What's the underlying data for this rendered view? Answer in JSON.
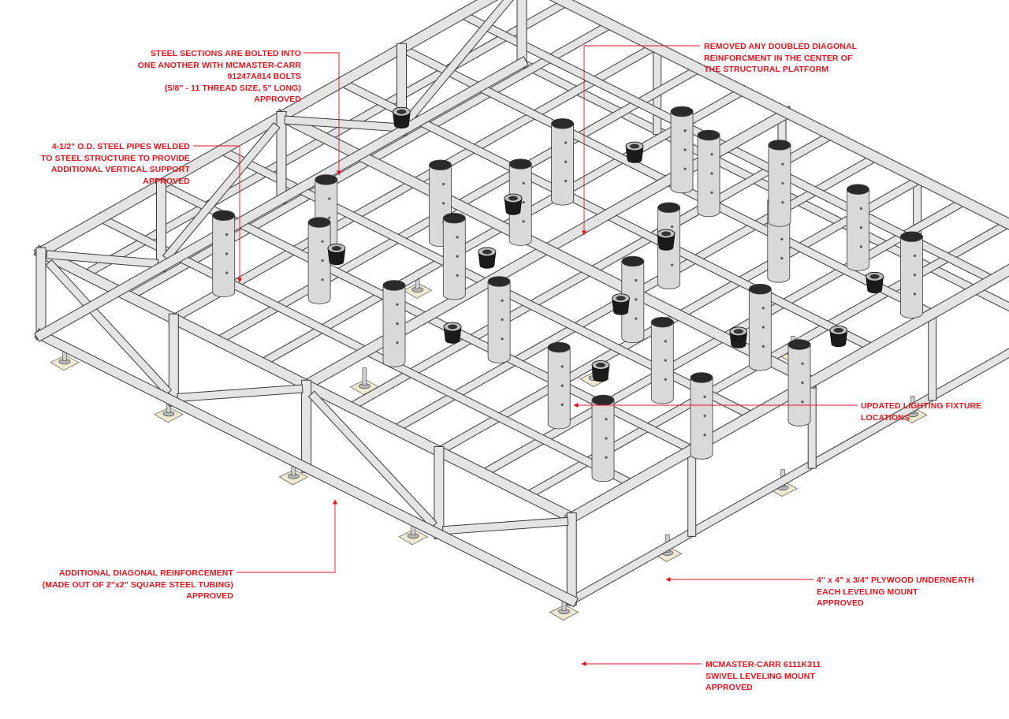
{
  "annotations": {
    "bolts": [
      "STEEL SECTIONS ARE BOLTED INTO",
      "ONE ANOTHER WITH MCMASTER-CARR",
      "91247A814 BOLTS",
      "(5/8\" - 11 THREAD SIZE, 5\" LONG)",
      "APPROVED"
    ],
    "pipes": [
      "4-1/2\" O.D. STEEL PIPES WELDED",
      "TO STEEL STRUCTURE TO PROVIDE",
      "ADDITIONAL VERTICAL SUPPORT",
      "APPROVED"
    ],
    "diagonal_removed": [
      "REMOVED ANY DOUBLED DIAGONAL",
      "REINFORCMENT IN THE CENTER OF",
      "THE STRUCTURAL PLATFORM"
    ],
    "lighting": [
      "UPDATED LIGHTING FIXTURE",
      "LOCATIONS"
    ],
    "diagonal_added": [
      "ADDITIONAL DIAGONAL REINFORCEMENT",
      "(MADE OUT OF 2\"x2\" SQUARE STEEL TUBING)",
      "APPROVED"
    ],
    "plywood": [
      "4\" x 4\" x 3/4\" PLYWOOD UNDERNEATH",
      "EACH LEVELING MOUNT",
      "APPROVED"
    ],
    "mount": [
      "MCMASTER-CARR 6111K311",
      "SWIVEL LEVELING MOUNT",
      "APPROVED"
    ]
  },
  "colors": {
    "annotation": "#e8141b",
    "steel": "#e4e4e4",
    "outline": "#3a3a3a",
    "plywood": "#f1ead2",
    "fixture": "#1b1b1b"
  }
}
